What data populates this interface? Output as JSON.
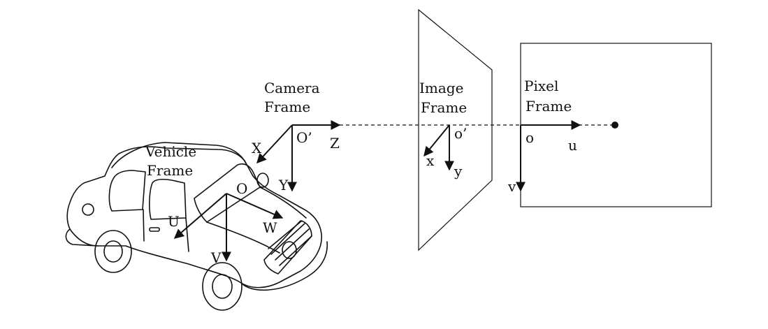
{
  "colors": {
    "ink": "#111111",
    "background": "#ffffff"
  },
  "frames": {
    "camera": {
      "title_line1": "Camera",
      "title_line2": "Frame",
      "origin": "O’",
      "axis_x": "X",
      "axis_y": "Y",
      "axis_z": "Z"
    },
    "vehicle": {
      "title_line1": "Vehicle",
      "title_line2": "Frame",
      "origin": "O",
      "axis_u": "U",
      "axis_v": "V",
      "axis_w": "W"
    },
    "image": {
      "title_line1": "Image",
      "title_line2": "Frame",
      "origin": "o’",
      "axis_x": "x",
      "axis_y": "y"
    },
    "pixel": {
      "title_line1": "Pixel",
      "title_line2": "Frame",
      "origin": "o",
      "axis_u": "u",
      "axis_v": "v"
    }
  },
  "icons": {
    "vehicle": "car-icon",
    "projected_point": "point-dot-icon"
  }
}
